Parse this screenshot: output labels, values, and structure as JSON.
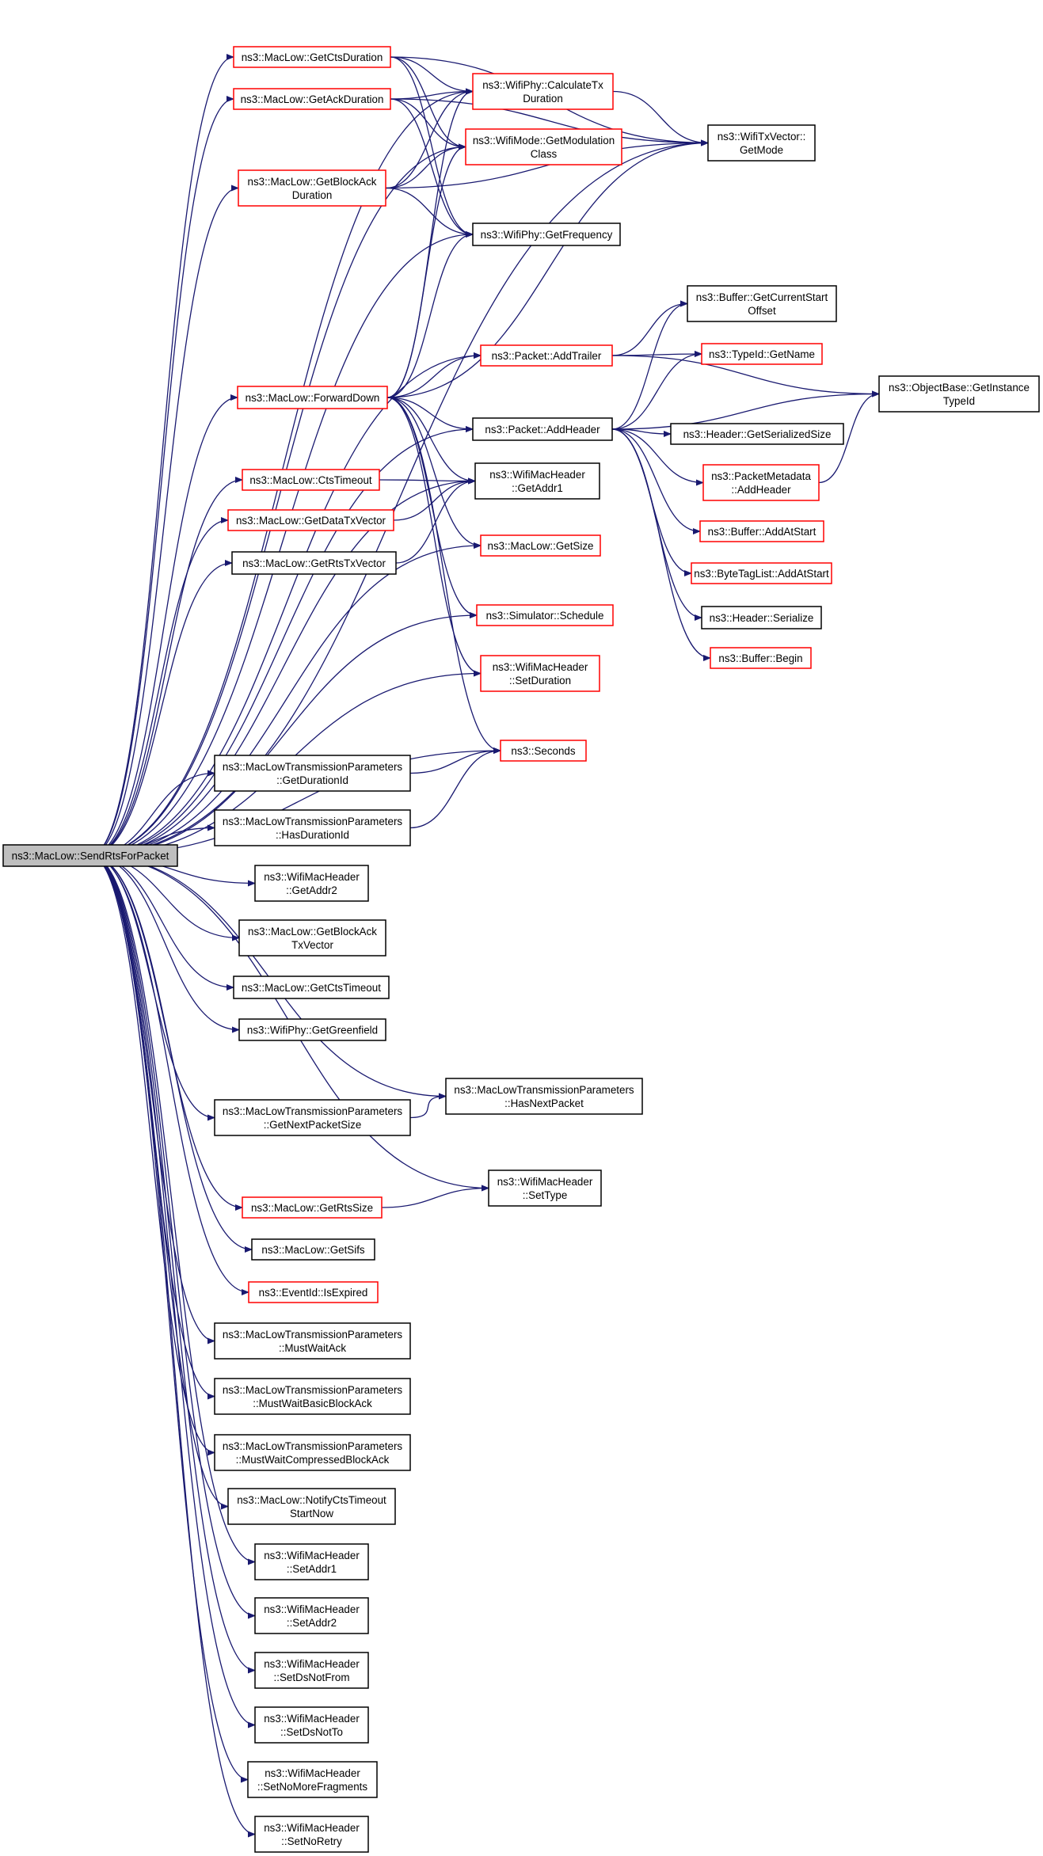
{
  "colors": {
    "edge": "#191970",
    "node_border_normal": "#000000",
    "node_border_highlight": "#ff0000",
    "root_fill": "#bfbfbf"
  },
  "nodes": {
    "SendRtsForPacket": {
      "lines": [
        "ns3::MacLow::SendRtsForPacket"
      ],
      "border": "black",
      "root": true
    },
    "GetCtsDuration": {
      "lines": [
        "ns3::MacLow::GetCtsDuration"
      ],
      "border": "red"
    },
    "GetAckDuration": {
      "lines": [
        "ns3::MacLow::GetAckDuration"
      ],
      "border": "red"
    },
    "GetBlockAckDuration": {
      "lines": [
        "ns3::MacLow::GetBlockAck",
        "Duration"
      ],
      "border": "red"
    },
    "CalculateTxDuration": {
      "lines": [
        "ns3::WifiPhy::CalculateTx",
        "Duration"
      ],
      "border": "red"
    },
    "GetModulationClass": {
      "lines": [
        "ns3::WifiMode::GetModulation",
        "Class"
      ],
      "border": "red"
    },
    "GetMode": {
      "lines": [
        "ns3::WifiTxVector::",
        "GetMode"
      ],
      "border": "black"
    },
    "GetFrequency": {
      "lines": [
        "ns3::WifiPhy::GetFrequency"
      ],
      "border": "black"
    },
    "GetCurrentStartOffset": {
      "lines": [
        "ns3::Buffer::GetCurrentStart",
        "Offset"
      ],
      "border": "black"
    },
    "AddTrailer": {
      "lines": [
        "ns3::Packet::AddTrailer"
      ],
      "border": "red"
    },
    "TypeIdGetName": {
      "lines": [
        "ns3::TypeId::GetName"
      ],
      "border": "red"
    },
    "GetInstanceTypeId": {
      "lines": [
        "ns3::ObjectBase::GetInstance",
        "TypeId"
      ],
      "border": "black"
    },
    "ForwardDown": {
      "lines": [
        "ns3::MacLow::ForwardDown"
      ],
      "border": "red"
    },
    "AddHeader": {
      "lines": [
        "ns3::Packet::AddHeader"
      ],
      "border": "black"
    },
    "GetSerializedSize": {
      "lines": [
        "ns3::Header::GetSerializedSize"
      ],
      "border": "black"
    },
    "PacketMetadataAddHeader": {
      "lines": [
        "ns3::PacketMetadata",
        "::AddHeader"
      ],
      "border": "red"
    },
    "CtsTimeout": {
      "lines": [
        "ns3::MacLow::CtsTimeout"
      ],
      "border": "red"
    },
    "GetAddr1": {
      "lines": [
        "ns3::WifiMacHeader",
        "::GetAddr1"
      ],
      "border": "black"
    },
    "GetDataTxVector": {
      "lines": [
        "ns3::MacLow::GetDataTxVector"
      ],
      "border": "red"
    },
    "BufferAddAtStart": {
      "lines": [
        "ns3::Buffer::AddAtStart"
      ],
      "border": "red"
    },
    "GetRtsTxVector": {
      "lines": [
        "ns3::MacLow::GetRtsTxVector"
      ],
      "border": "black"
    },
    "MacLowGetSize": {
      "lines": [
        "ns3::MacLow::GetSize"
      ],
      "border": "red"
    },
    "ByteTagListAddAtStart": {
      "lines": [
        "ns3::ByteTagList::AddAtStart"
      ],
      "border": "red"
    },
    "SimulatorSchedule": {
      "lines": [
        "ns3::Simulator::Schedule"
      ],
      "border": "red"
    },
    "HeaderSerialize": {
      "lines": [
        "ns3::Header::Serialize"
      ],
      "border": "black"
    },
    "SetDuration": {
      "lines": [
        "ns3::WifiMacHeader",
        "::SetDuration"
      ],
      "border": "red"
    },
    "BufferBegin": {
      "lines": [
        "ns3::Buffer::Begin"
      ],
      "border": "red"
    },
    "GetDurationId": {
      "lines": [
        "ns3::MacLowTransmissionParameters",
        "::GetDurationId"
      ],
      "border": "black"
    },
    "Seconds": {
      "lines": [
        "ns3::Seconds"
      ],
      "border": "red"
    },
    "HasDurationId": {
      "lines": [
        "ns3::MacLowTransmissionParameters",
        "::HasDurationId"
      ],
      "border": "black"
    },
    "GetAddr2": {
      "lines": [
        "ns3::WifiMacHeader",
        "::GetAddr2"
      ],
      "border": "black"
    },
    "GetBlockAckTxVector": {
      "lines": [
        "ns3::MacLow::GetBlockAck",
        "TxVector"
      ],
      "border": "black"
    },
    "GetCtsTimeout": {
      "lines": [
        "ns3::MacLow::GetCtsTimeout"
      ],
      "border": "black"
    },
    "GetGreenfield": {
      "lines": [
        "ns3::WifiPhy::GetGreenfield"
      ],
      "border": "black"
    },
    "HasNextPacket": {
      "lines": [
        "ns3::MacLowTransmissionParameters",
        "::HasNextPacket"
      ],
      "border": "black"
    },
    "GetNextPacketSize": {
      "lines": [
        "ns3::MacLowTransmissionParameters",
        "::GetNextPacketSize"
      ],
      "border": "black"
    },
    "SetType": {
      "lines": [
        "ns3::WifiMacHeader",
        "::SetType"
      ],
      "border": "black"
    },
    "GetRtsSize": {
      "lines": [
        "ns3::MacLow::GetRtsSize"
      ],
      "border": "red"
    },
    "GetSifs": {
      "lines": [
        "ns3::MacLow::GetSifs"
      ],
      "border": "black"
    },
    "IsExpired": {
      "lines": [
        "ns3::EventId::IsExpired"
      ],
      "border": "red"
    },
    "MustWaitAck": {
      "lines": [
        "ns3::MacLowTransmissionParameters",
        "::MustWaitAck"
      ],
      "border": "black"
    },
    "MustWaitBasicBlockAck": {
      "lines": [
        "ns3::MacLowTransmissionParameters",
        "::MustWaitBasicBlockAck"
      ],
      "border": "black"
    },
    "MustWaitCompressedBlockAck": {
      "lines": [
        "ns3::MacLowTransmissionParameters",
        "::MustWaitCompressedBlockAck"
      ],
      "border": "black"
    },
    "NotifyCtsTimeoutStartNow": {
      "lines": [
        "ns3::MacLow::NotifyCtsTimeout",
        "StartNow"
      ],
      "border": "black"
    },
    "SetAddr1": {
      "lines": [
        "ns3::WifiMacHeader",
        "::SetAddr1"
      ],
      "border": "black"
    },
    "SetAddr2": {
      "lines": [
        "ns3::WifiMacHeader",
        "::SetAddr2"
      ],
      "border": "black"
    },
    "SetDsNotFrom": {
      "lines": [
        "ns3::WifiMacHeader",
        "::SetDsNotFrom"
      ],
      "border": "black"
    },
    "SetDsNotTo": {
      "lines": [
        "ns3::WifiMacHeader",
        "::SetDsNotTo"
      ],
      "border": "black"
    },
    "SetNoMoreFragments": {
      "lines": [
        "ns3::WifiMacHeader",
        "::SetNoMoreFragments"
      ],
      "border": "black"
    },
    "SetNoRetry": {
      "lines": [
        "ns3::WifiMacHeader",
        "::SetNoRetry"
      ],
      "border": "black"
    }
  },
  "edges": [
    [
      "SendRtsForPacket",
      "GetCtsDuration"
    ],
    [
      "SendRtsForPacket",
      "GetAckDuration"
    ],
    [
      "SendRtsForPacket",
      "GetBlockAckDuration"
    ],
    [
      "SendRtsForPacket",
      "CalculateTxDuration"
    ],
    [
      "SendRtsForPacket",
      "GetModulationClass"
    ],
    [
      "SendRtsForPacket",
      "GetMode"
    ],
    [
      "SendRtsForPacket",
      "GetFrequency"
    ],
    [
      "SendRtsForPacket",
      "AddTrailer"
    ],
    [
      "SendRtsForPacket",
      "ForwardDown"
    ],
    [
      "SendRtsForPacket",
      "AddHeader"
    ],
    [
      "SendRtsForPacket",
      "CtsTimeout"
    ],
    [
      "SendRtsForPacket",
      "GetAddr1"
    ],
    [
      "SendRtsForPacket",
      "GetDataTxVector"
    ],
    [
      "SendRtsForPacket",
      "GetRtsTxVector"
    ],
    [
      "SendRtsForPacket",
      "MacLowGetSize"
    ],
    [
      "SendRtsForPacket",
      "SimulatorSchedule"
    ],
    [
      "SendRtsForPacket",
      "SetDuration"
    ],
    [
      "SendRtsForPacket",
      "GetDurationId"
    ],
    [
      "SendRtsForPacket",
      "Seconds"
    ],
    [
      "SendRtsForPacket",
      "HasDurationId"
    ],
    [
      "SendRtsForPacket",
      "GetAddr2"
    ],
    [
      "SendRtsForPacket",
      "GetBlockAckTxVector"
    ],
    [
      "SendRtsForPacket",
      "GetCtsTimeout"
    ],
    [
      "SendRtsForPacket",
      "GetGreenfield"
    ],
    [
      "SendRtsForPacket",
      "HasNextPacket"
    ],
    [
      "SendRtsForPacket",
      "GetNextPacketSize"
    ],
    [
      "SendRtsForPacket",
      "SetType"
    ],
    [
      "SendRtsForPacket",
      "GetRtsSize"
    ],
    [
      "SendRtsForPacket",
      "GetSifs"
    ],
    [
      "SendRtsForPacket",
      "IsExpired"
    ],
    [
      "SendRtsForPacket",
      "MustWaitAck"
    ],
    [
      "SendRtsForPacket",
      "MustWaitBasicBlockAck"
    ],
    [
      "SendRtsForPacket",
      "MustWaitCompressedBlockAck"
    ],
    [
      "SendRtsForPacket",
      "NotifyCtsTimeoutStartNow"
    ],
    [
      "SendRtsForPacket",
      "SetAddr1"
    ],
    [
      "SendRtsForPacket",
      "SetAddr2"
    ],
    [
      "SendRtsForPacket",
      "SetDsNotFrom"
    ],
    [
      "SendRtsForPacket",
      "SetDsNotTo"
    ],
    [
      "SendRtsForPacket",
      "SetNoMoreFragments"
    ],
    [
      "SendRtsForPacket",
      "SetNoRetry"
    ],
    [
      "GetCtsDuration",
      "CalculateTxDuration"
    ],
    [
      "GetCtsDuration",
      "GetModulationClass"
    ],
    [
      "GetCtsDuration",
      "GetMode"
    ],
    [
      "GetCtsDuration",
      "GetFrequency"
    ],
    [
      "GetAckDuration",
      "CalculateTxDuration"
    ],
    [
      "GetAckDuration",
      "GetModulationClass"
    ],
    [
      "GetAckDuration",
      "GetMode"
    ],
    [
      "GetAckDuration",
      "GetFrequency"
    ],
    [
      "GetBlockAckDuration",
      "CalculateTxDuration"
    ],
    [
      "GetBlockAckDuration",
      "GetModulationClass"
    ],
    [
      "GetBlockAckDuration",
      "GetMode"
    ],
    [
      "GetBlockAckDuration",
      "GetFrequency"
    ],
    [
      "CalculateTxDuration",
      "GetMode"
    ],
    [
      "AddTrailer",
      "GetCurrentStartOffset"
    ],
    [
      "AddTrailer",
      "TypeIdGetName"
    ],
    [
      "AddTrailer",
      "GetInstanceTypeId"
    ],
    [
      "ForwardDown",
      "CalculateTxDuration"
    ],
    [
      "ForwardDown",
      "GetModulationClass"
    ],
    [
      "ForwardDown",
      "GetMode"
    ],
    [
      "ForwardDown",
      "GetFrequency"
    ],
    [
      "ForwardDown",
      "AddTrailer"
    ],
    [
      "ForwardDown",
      "AddHeader"
    ],
    [
      "ForwardDown",
      "GetAddr1"
    ],
    [
      "ForwardDown",
      "MacLowGetSize"
    ],
    [
      "ForwardDown",
      "SimulatorSchedule"
    ],
    [
      "ForwardDown",
      "SetDuration"
    ],
    [
      "ForwardDown",
      "Seconds"
    ],
    [
      "AddHeader",
      "GetCurrentStartOffset"
    ],
    [
      "AddHeader",
      "TypeIdGetName"
    ],
    [
      "AddHeader",
      "GetInstanceTypeId"
    ],
    [
      "AddHeader",
      "GetSerializedSize"
    ],
    [
      "AddHeader",
      "PacketMetadataAddHeader"
    ],
    [
      "AddHeader",
      "BufferAddAtStart"
    ],
    [
      "AddHeader",
      "ByteTagListAddAtStart"
    ],
    [
      "AddHeader",
      "HeaderSerialize"
    ],
    [
      "AddHeader",
      "BufferBegin"
    ],
    [
      "PacketMetadataAddHeader",
      "GetInstanceTypeId"
    ],
    [
      "CtsTimeout",
      "GetAddr1"
    ],
    [
      "GetDataTxVector",
      "GetAddr1"
    ],
    [
      "GetRtsTxVector",
      "GetAddr1"
    ],
    [
      "GetDurationId",
      "Seconds"
    ],
    [
      "HasDurationId",
      "Seconds"
    ],
    [
      "GetNextPacketSize",
      "HasNextPacket"
    ],
    [
      "GetRtsSize",
      "SetType"
    ]
  ]
}
